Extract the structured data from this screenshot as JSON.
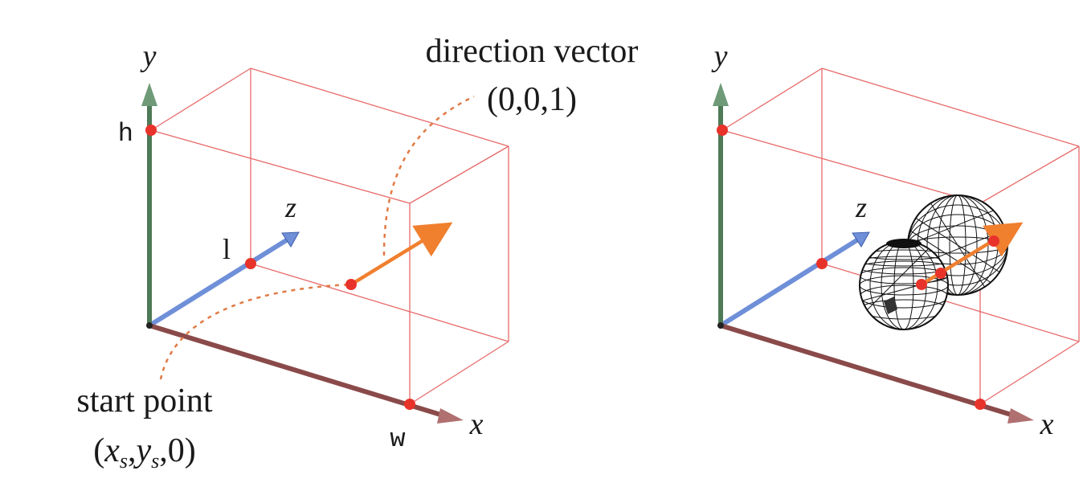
{
  "panel_left": {
    "axis_y": "y",
    "axis_z": "z",
    "axis_x": "x",
    "mark_h": "h",
    "mark_l": "l",
    "mark_w": "w",
    "direction_title": "direction vector",
    "direction_value": "(0,0,1)",
    "start_title": "start point",
    "start_value_open": "(",
    "start_x": "x",
    "start_sub": "s",
    "start_comma": ",",
    "start_y": "y",
    "start_close": ",0)"
  },
  "panel_right": {
    "axis_y": "y",
    "axis_z": "z",
    "axis_x": "x"
  },
  "colors": {
    "box_edge": "#e86a6a",
    "point": "#e8332b",
    "axis_y": "#4f7a57",
    "axis_z": "#6f8fd8",
    "axis_x": "#8a4a4a",
    "direction_arrow": "#f07f2e",
    "dashed_guide": "#e07a45",
    "mesh": "#111111"
  },
  "icons": [
    "y-axis-arrow-icon",
    "z-axis-arrow-icon",
    "x-axis-arrow-icon",
    "direction-arrow-icon",
    "wireframe-sphere-icon"
  ]
}
